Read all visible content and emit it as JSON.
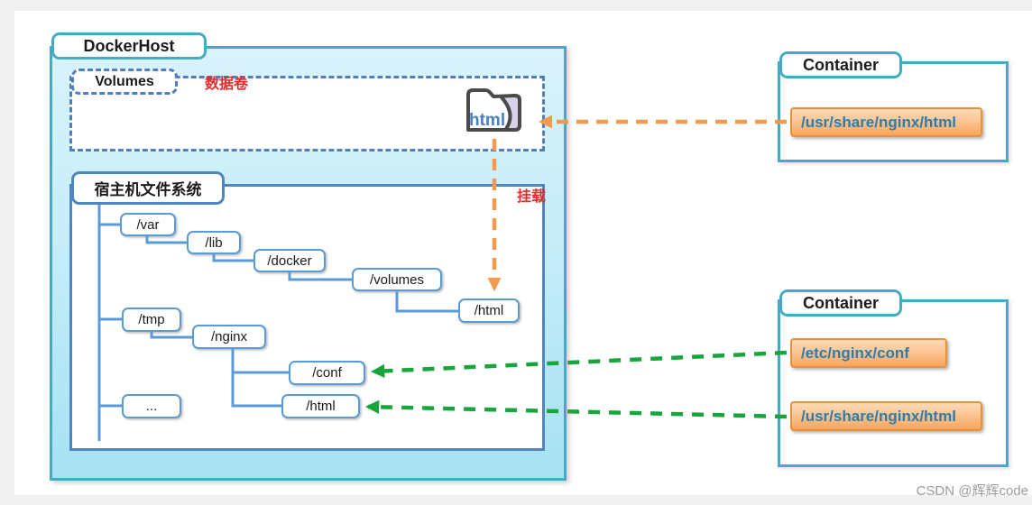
{
  "diagram": {
    "docker_host": {
      "label": "DockerHost",
      "volumes": {
        "label": "Volumes",
        "annotation": "数据卷",
        "folder_label": "html"
      },
      "host_fs": {
        "label": "宿主机文件系统",
        "nodes": {
          "var": "/var",
          "lib": "/lib",
          "docker": "/docker",
          "volumes": "/volumes",
          "html_volume": "/html",
          "tmp": "/tmp",
          "nginx": "/nginx",
          "conf": "/conf",
          "html_nginx": "/html",
          "ellipsis": "..."
        }
      },
      "mount_annotation": "挂载"
    },
    "containers": [
      {
        "label": "Container",
        "paths": [
          "/usr/share/nginx/html"
        ]
      },
      {
        "label": "Container",
        "paths": [
          "/etc/nginx/conf",
          "/usr/share/nginx/html"
        ]
      }
    ],
    "watermark": "CSDN @辉辉code",
    "colors": {
      "host_border_teal": "#45aac6",
      "host_fill_blue": "#b9e8f6",
      "volumes_dashed_blue": "#4e7fc0",
      "tree_blue": "#5b9bd5",
      "hostfs_border_blue": "#4e86c4",
      "mount_arrow_orange": "#f49a4f",
      "bind_arrow_green": "#17a53c",
      "annotation_red": "#e62a2a",
      "path_box_orange": "#f7a55e",
      "path_text_blue": "#2e7cab",
      "folder_text_blue": "#4a7ec7"
    }
  }
}
